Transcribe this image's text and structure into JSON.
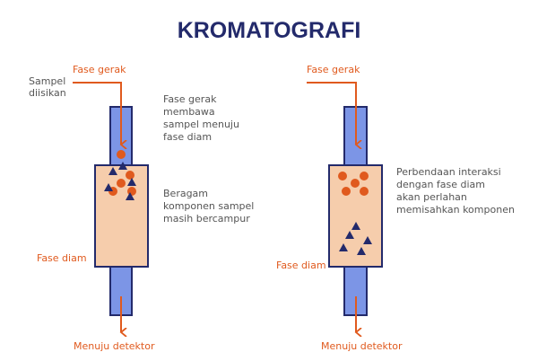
{
  "title": "KROMATOGRAFI",
  "colors": {
    "navy": "#232a6b",
    "orange": "#e05a1e",
    "tube": "#7c95e6",
    "column": "#f6cdac"
  },
  "left": {
    "sample_label": [
      "Sampel",
      "diisikan"
    ],
    "mobile_phase": "Fase gerak",
    "note1": [
      "Fase gerak",
      "membawa",
      "sampel menuju",
      "fase diam"
    ],
    "note2": [
      "Beragam",
      "komponen sampel",
      "masih bercampur"
    ],
    "stationary_phase": "Fase diam",
    "detector": "Menuju detektor"
  },
  "right": {
    "mobile_phase": "Fase gerak",
    "note": [
      "Perbendaan interaksi",
      "dengan fase diam",
      "akan perlahan",
      "memisahkan komponen"
    ],
    "stationary_phase": "Fase diam",
    "detector": "Menuju detektor"
  }
}
